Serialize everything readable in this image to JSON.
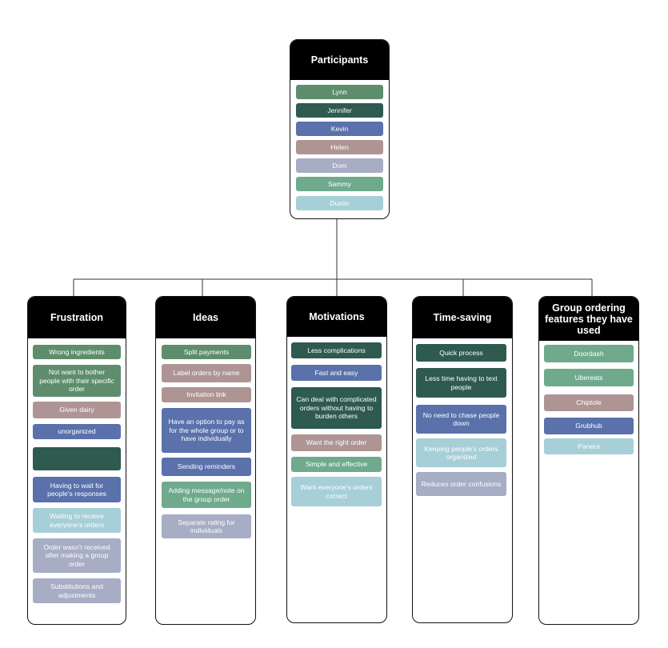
{
  "colors": {
    "sage": "#5e8d6e",
    "forest": "#2e5a50",
    "blue": "#5a71ab",
    "rose": "#ae9594",
    "lavender": "#a6adc4",
    "mint": "#6faa8c",
    "ice": "#a6cfd7",
    "header": "#000000",
    "line": "#333333"
  },
  "participants": {
    "title": "Participants",
    "notes": [
      {
        "text": "Lynn",
        "color": "sage"
      },
      {
        "text": "Jennifer",
        "color": "forest"
      },
      {
        "text": "Kevin",
        "color": "blue"
      },
      {
        "text": "Helen",
        "color": "rose"
      },
      {
        "text": "Dom",
        "color": "lavender"
      },
      {
        "text": "Sammy",
        "color": "mint"
      },
      {
        "text": "Dustin",
        "color": "ice"
      }
    ]
  },
  "columns": [
    {
      "key": "frustration",
      "title": "Frustration",
      "notes": [
        {
          "text": "Wrong ingredients",
          "color": "sage"
        },
        {
          "text": "Not want to bother people with their specific order",
          "color": "sage"
        },
        {
          "text": "Given dairy",
          "color": "rose"
        },
        {
          "text": "unorganized",
          "color": "blue"
        },
        {
          "text": "",
          "color": "forest"
        },
        {
          "text": "Having to wait for people's responses",
          "color": "blue"
        },
        {
          "text": "Waiting to receive everyone's orders",
          "color": "ice"
        },
        {
          "text": "Order wasn't received after making a group order",
          "color": "lavender"
        },
        {
          "text": "Substitutions and adjustments",
          "color": "lavender"
        }
      ]
    },
    {
      "key": "ideas",
      "title": "Ideas",
      "notes": [
        {
          "text": "Split payments",
          "color": "sage"
        },
        {
          "text": "Label orders by name",
          "color": "rose"
        },
        {
          "text": "Invitation link",
          "color": "rose"
        },
        {
          "text": "Have an option to pay as for the whole group or to have individually",
          "color": "blue"
        },
        {
          "text": "Sending reminders",
          "color": "blue"
        },
        {
          "text": "Adding message/note on the group order",
          "color": "mint"
        },
        {
          "text": "Separate rating for individuals",
          "color": "lavender"
        }
      ]
    },
    {
      "key": "motivations",
      "title": "Motivations",
      "notes": [
        {
          "text": "Less complications",
          "color": "forest"
        },
        {
          "text": "Fast and easy",
          "color": "blue"
        },
        {
          "text": "Can deal with complicated orders without having to burden others",
          "color": "forest"
        },
        {
          "text": "Want the right order",
          "color": "rose"
        },
        {
          "text": "Simple and effective",
          "color": "mint"
        },
        {
          "text": "Want everyone's orders correct",
          "color": "ice"
        }
      ]
    },
    {
      "key": "time-saving",
      "title": "Time-saving",
      "notes": [
        {
          "text": "Quick process",
          "color": "forest"
        },
        {
          "text": "Less time having to text people",
          "color": "forest"
        },
        {
          "text": "No need to chase people down",
          "color": "blue"
        },
        {
          "text": "Keeping people's orders organized",
          "color": "ice"
        },
        {
          "text": "Reduces order confusions",
          "color": "lavender"
        }
      ]
    },
    {
      "key": "group-ordering",
      "title": "Group ordering features they have used",
      "notes": [
        {
          "text": "Doordash",
          "color": "mint"
        },
        {
          "text": "Ubereats",
          "color": "mint"
        },
        {
          "text": "Chiptole",
          "color": "rose"
        },
        {
          "text": "Grubhub",
          "color": "blue"
        },
        {
          "text": "Panera",
          "color": "ice"
        }
      ]
    }
  ]
}
